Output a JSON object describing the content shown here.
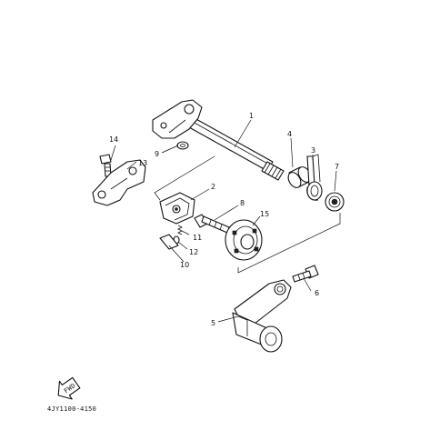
{
  "part_labels": {
    "p1": "1",
    "p2": "2",
    "p3": "3",
    "p4": "4",
    "p5": "5",
    "p6": "6",
    "p7": "7",
    "p8": "8",
    "p9": "9",
    "p10": "10",
    "p11": "11",
    "p12": "12",
    "p13": "13",
    "p14": "14",
    "p15": "15"
  },
  "diagram_code": "4JY1100-4150",
  "fwd_label": "FWD"
}
